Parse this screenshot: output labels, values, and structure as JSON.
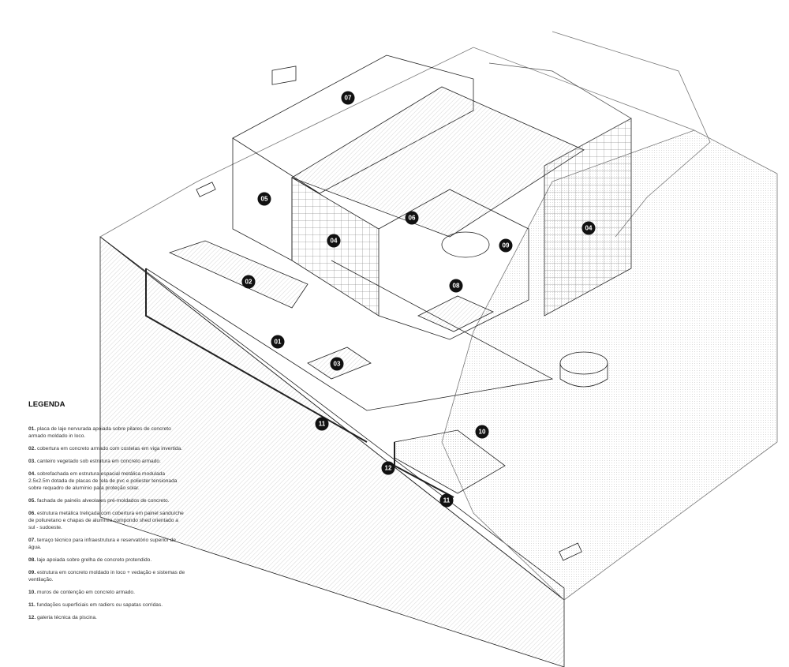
{
  "legend": {
    "title": "LEGENDA",
    "items": [
      {
        "num": "01.",
        "text": "placa de laje nervurada apoiada sobre pilares de concreto armado moldado in loco."
      },
      {
        "num": "02.",
        "text": "cobertura em concreto armado com costelas em viga invertida."
      },
      {
        "num": "03.",
        "text": "canteiro vegetado sob estrutura em concreto armado."
      },
      {
        "num": "04.",
        "text": "sobrefachada em estrutura espacial metálica modulada 2.5x2.5m dotada de placas de tela de pvc e poliester tensionada sobre requadro de alumínio para proteção solar."
      },
      {
        "num": "05.",
        "text": "fachada de painéis alveolares pré-moldados de concreto."
      },
      {
        "num": "06.",
        "text": "estrutura metálica treliçada com cobertura em painel sanduíche de poliuretano e chapas de alumínio compondo shed orientado a sul - sudoeste."
      },
      {
        "num": "07.",
        "text": "terraço técnico para infraestrutura e reservatório superior de água."
      },
      {
        "num": "08.",
        "text": "laje apoiada sobre grelha de concreto protendido."
      },
      {
        "num": "09.",
        "text": "estrutura em concreto moldado in loco + vedação e sistemas de ventilação."
      },
      {
        "num": "10.",
        "text": "muros de contenção em concreto armado."
      },
      {
        "num": "11.",
        "text": "fundações superficiais em radiers ou sapatas corridas."
      },
      {
        "num": "12.",
        "text": "galeria técnica da piscina."
      }
    ]
  },
  "markers": [
    "07",
    "05",
    "06",
    "04",
    "09",
    "04",
    "02",
    "08",
    "01",
    "03",
    "11",
    "10",
    "12",
    "11"
  ],
  "colors": {
    "line": "#222222",
    "marker": "#111111",
    "hatch": "#999999"
  }
}
